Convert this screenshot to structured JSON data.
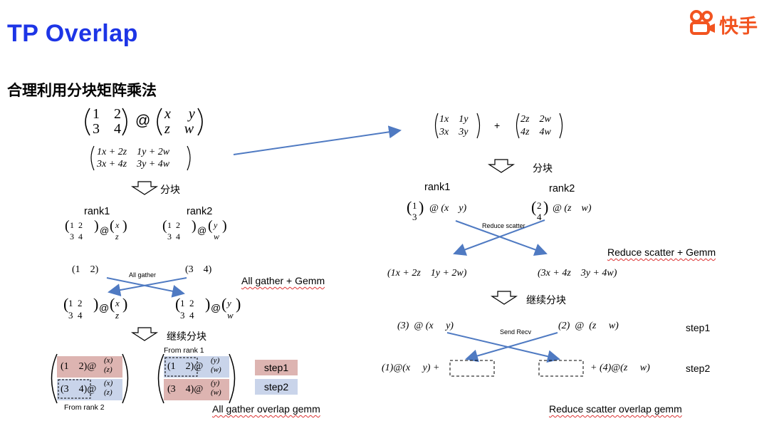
{
  "title": "TP Overlap",
  "subtitle": "合理利用分块矩阵乘法",
  "brand": {
    "name": "快手",
    "color": "#f25420",
    "icon": "kuaishou-logo-icon"
  },
  "colors": {
    "title": "#1d35e6",
    "arrow": "#4f7ac2",
    "step1": "#ddb4b1",
    "step2": "#c9d4ea"
  },
  "left": {
    "top_matrix_a": [
      "1",
      "2",
      "3",
      "4"
    ],
    "top_at": "@",
    "top_matrix_b": [
      "x",
      "y",
      "z",
      "w"
    ],
    "result_row1": "1x + 2z    1y + 2w",
    "result_row2": "3x + 4z    3y + 4w",
    "split_label": "分块",
    "rank1": "rank1",
    "rank2": "rank2",
    "rank_matrix_rows": [
      "1  2",
      "3  4"
    ],
    "rank1_vec": [
      "x",
      "z"
    ],
    "rank2_vec": [
      "y",
      "w"
    ],
    "at": "@",
    "row_vec_1": "(1    2)",
    "row_vec_2": "(3    4)",
    "allgather_tiny": "All gather",
    "allgather_label": "All gather + Gemm",
    "continue_label": "继续分块",
    "from_rank1": "From rank 1",
    "from_rank2": "From rank 2",
    "block_row1": "(1    2)@",
    "block_row2": "(3    4)@",
    "step1": "step1",
    "step2": "step2",
    "overlap_label": "All gather overlap gemm"
  },
  "right": {
    "sum_left": [
      "1x",
      "1y",
      "3x",
      "3y"
    ],
    "plus": "+",
    "sum_right": [
      "2z",
      "2w",
      "4z",
      "4w"
    ],
    "split_label": "分块",
    "rank1": "rank1",
    "rank2": "rank2",
    "rank1_expr_vec": [
      "1",
      "3"
    ],
    "rank1_expr_row": "@ (x    y)",
    "rank2_expr_vec": [
      "2",
      "4"
    ],
    "rank2_expr_row": "@ (z    w)",
    "reduce_tiny": "Reduce scatter",
    "reduce_label": "Reduce scatter + Gemm",
    "res1": "(1x + 2z    1y + 2w)",
    "res2": "(3x + 4z    3y + 4w)",
    "continue_label": "继续分块",
    "s1_left": "(3)  @ (x     y)",
    "s1_right": "(2)  @  (z     w)",
    "sendrecv_tiny": "Send Recv",
    "step1": "step1",
    "s2_left": "(1)@(x     y) +",
    "s2_right": "+ (4)@(z     w)",
    "step2": "step2",
    "overlap_label": "Reduce scatter overlap gemm"
  }
}
